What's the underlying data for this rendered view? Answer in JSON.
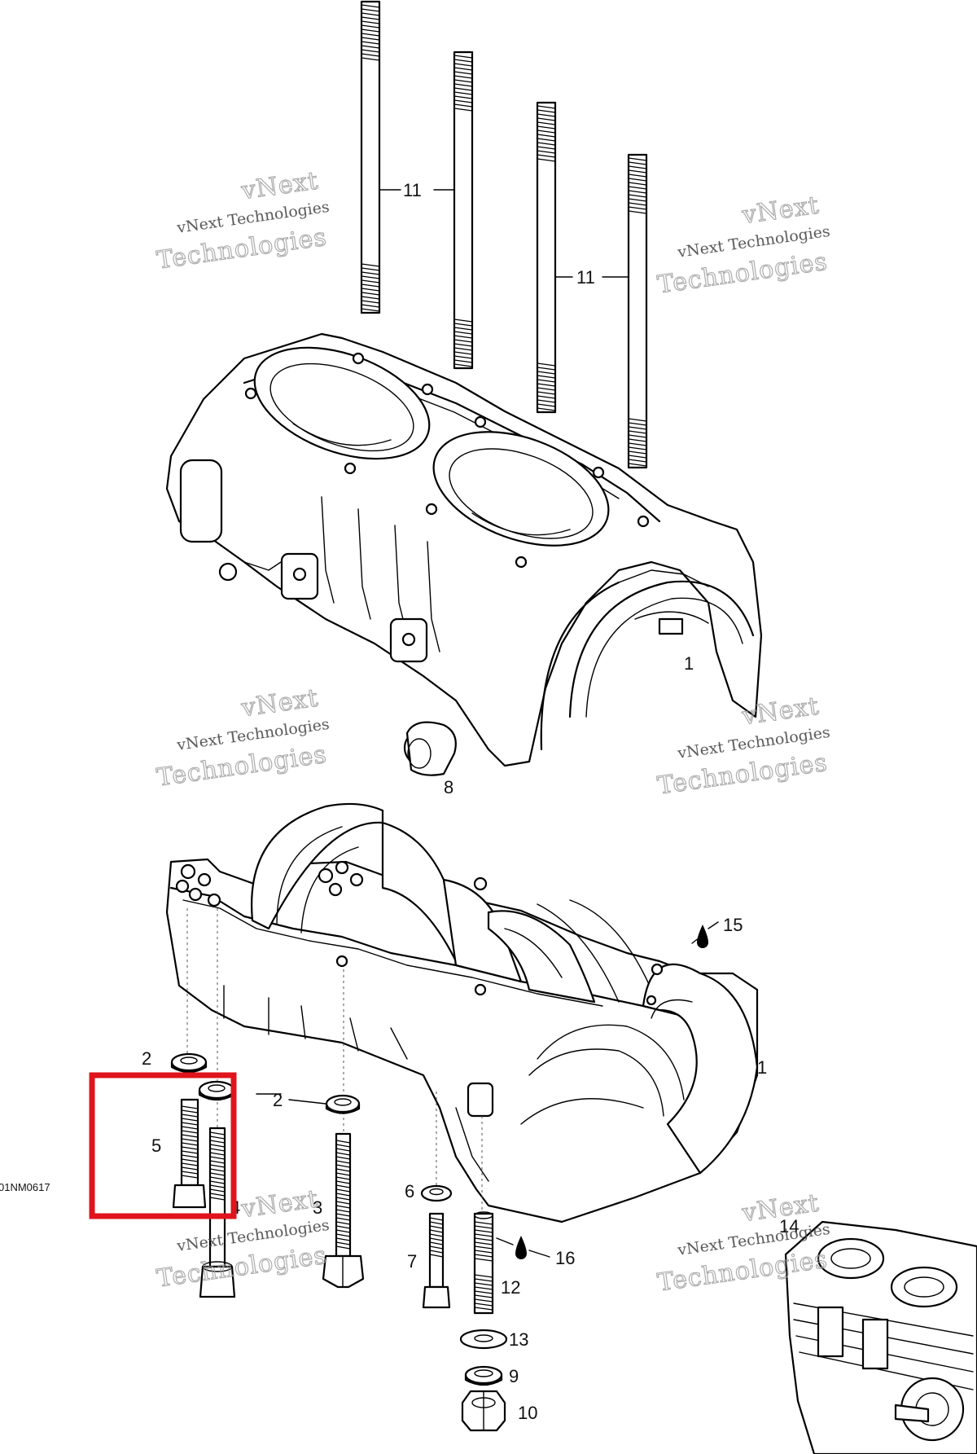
{
  "figure_id": "01NM0617",
  "watermark": {
    "line1": "vNext Technologies",
    "line2": "Technologies",
    "line3": "vNext"
  },
  "callouts": {
    "c1_upper": "1",
    "c1_lower": "1",
    "c2_left": "2",
    "c2_right": "2",
    "c3": "3",
    "c4": "4",
    "c5": "5",
    "c6": "6",
    "c7": "7",
    "c8": "8",
    "c9": "9",
    "c10": "10",
    "c11_left": "11",
    "c11_right": "11",
    "c12": "12",
    "c13": "13",
    "c14": "14",
    "c15": "15",
    "c16": "16"
  },
  "highlight": {
    "color": "#e0141c",
    "target": "5"
  },
  "colors": {
    "line": "#000000",
    "background": "#ffffff",
    "watermark": "#9a9a9a"
  }
}
